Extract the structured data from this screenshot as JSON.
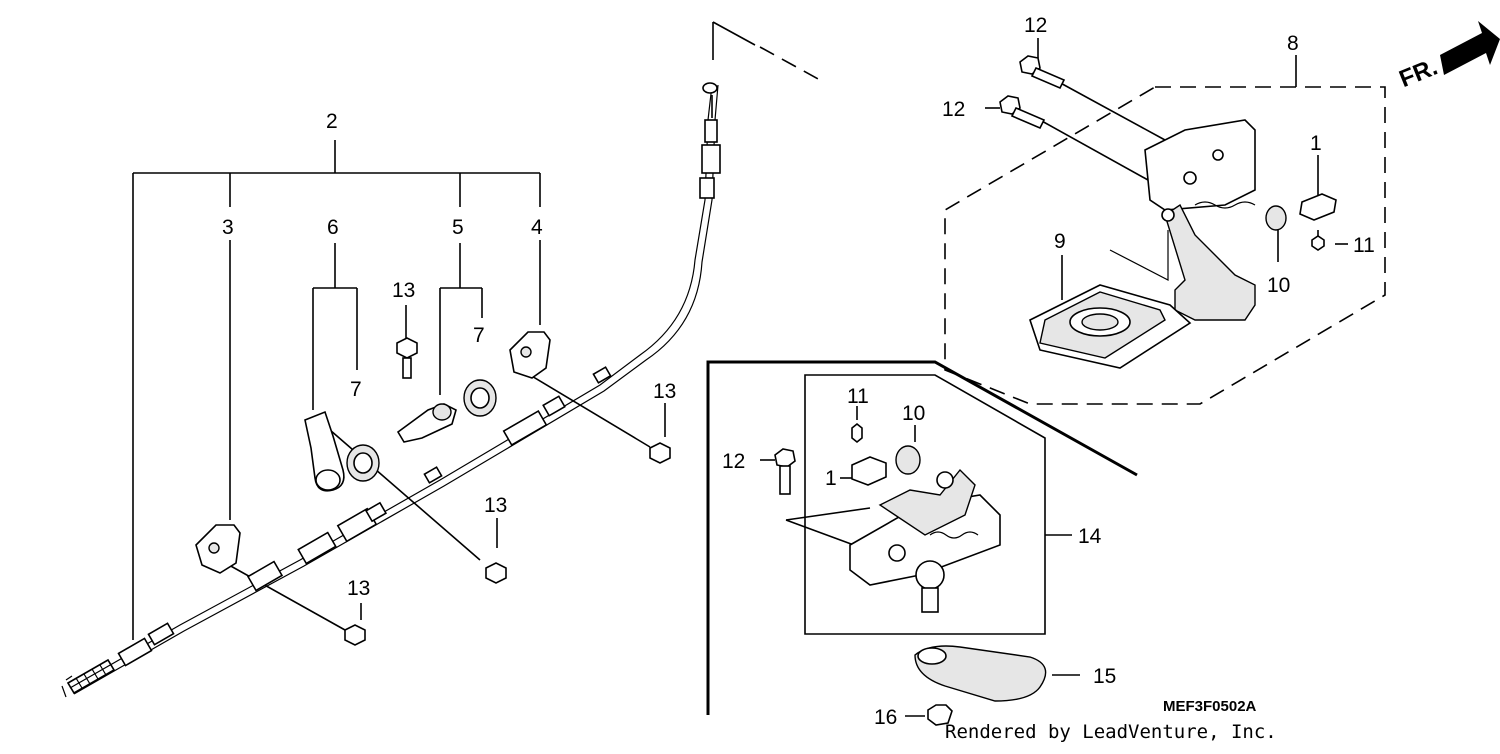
{
  "diagram": {
    "part_labels": {
      "p2": "2",
      "p3": "3",
      "p6": "6",
      "p5": "5",
      "p4": "4",
      "p13a": "13",
      "p7a": "7",
      "p7b": "7",
      "p13b": "13",
      "p13c": "13",
      "p13d": "13",
      "p12a": "12",
      "p12b": "12",
      "p8": "8",
      "p1a": "1",
      "p11a": "11",
      "p9": "9",
      "p10a": "10",
      "p11b": "11",
      "p10b": "10",
      "p12c": "12",
      "p1b": "1",
      "p14": "14",
      "p15": "15",
      "p16": "16"
    },
    "front_indicator": "FR.",
    "drawing_code": "MEF3F0502A",
    "credit": "Rendered by LeadVenture, Inc."
  }
}
